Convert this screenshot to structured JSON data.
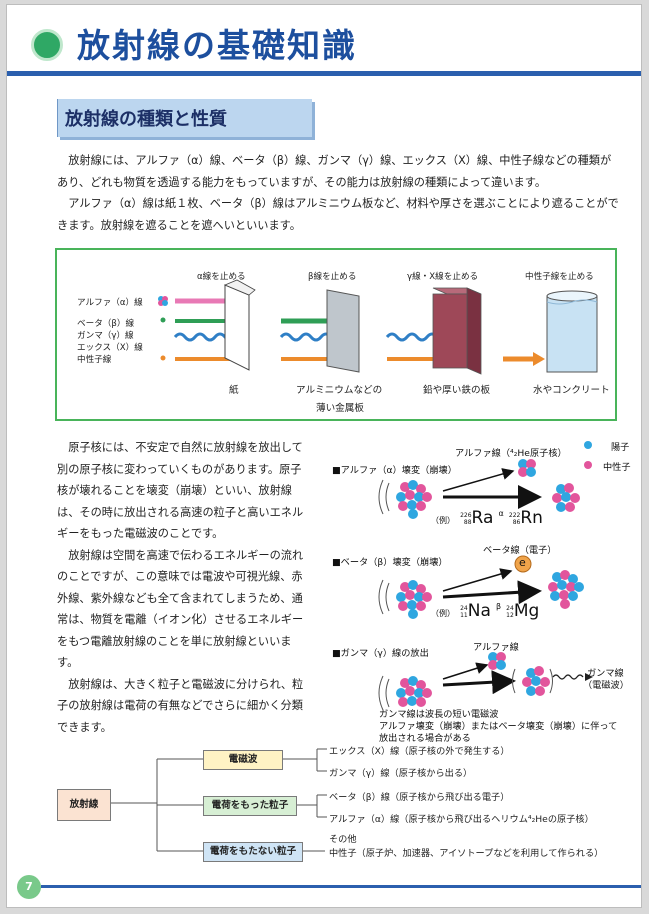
{
  "page": {
    "title": "放射線の基礎知識",
    "subtitle": "放射線の種類と性質",
    "page_number": "7"
  },
  "intro": [
    "放射線には、アルファ（α）線、ベータ（β）線、ガンマ（γ）線、エックス（X）線、中性子線などの種類があり、どれも物質を透過する能力をもっていますが、その能力は放射線の種類によって違います。",
    "アルファ（α）線は紙１枚、ベータ（β）線はアルミニウム板など、材料や厚さを選ぶことにより遮ることができます。放射線を遮ることを遮へいといいます。"
  ],
  "shielding": {
    "rays": [
      "アルファ（α）線",
      "ベータ（β）線",
      "ガンマ（γ）線",
      "エックス（X）線",
      "中性子線"
    ],
    "stops": [
      "α線を止める",
      "β線を止める",
      "γ線・X線を止める",
      "中性子線を止める"
    ],
    "materials": [
      "紙",
      "アルミニウムなどの",
      "薄い金属板",
      "鉛や厚い鉄の板",
      "水やコンクリート"
    ],
    "colors": {
      "alpha": "#e879b5",
      "beta": "#2f9e56",
      "gamma": "#2f7fc6",
      "neutron": "#ec8b2c"
    }
  },
  "body": [
    "原子核には、不安定で自然に放射線を放出して別の原子核に変わっていくものがあります。原子核が壊れることを壊変（崩壊）といい、放射線は、その時に放出される高速の粒子と高いエネルギーをもった電磁波のことです。",
    "放射線は空間を高速で伝わるエネルギーの流れのことですが、この意味では電波や可視光線、赤外線、紫外線なども全て含まれてしまうため、通常は、物質を電離（イオン化）させるエネルギーをもつ電離放射線のことを単に放射線といいます。",
    "放射線は、大きく粒子と電磁波に分けられ、粒子の放射線は電荷の有無などでさらに細かく分類できます。"
  ],
  "decay": {
    "legend": {
      "proton": "陽子",
      "neutron": "中性子"
    },
    "alpha": {
      "heading": "■アルファ（α）壊変（崩壊）",
      "particle_label": "アルファ線（⁴₂He原子核）",
      "example": "（例）",
      "from_mass": "226",
      "from_num": "88",
      "from": "Ra",
      "to_mass": "222",
      "to_num": "86",
      "to": "Rn",
      "symbol": "α"
    },
    "beta": {
      "heading": "■ベータ（β）壊変（崩壊）",
      "particle_label": "ベータ線（電子）",
      "electron": "e",
      "example": "（例）",
      "from_mass": "24",
      "from_num": "11",
      "from": "Na",
      "to_mass": "24",
      "to_num": "12",
      "to": "Mg",
      "symbol": "β"
    },
    "gamma": {
      "heading": "■ガンマ（γ）線の放出",
      "particle_label": "アルファ線",
      "emitted_label": "ガンマ線",
      "emitted_sub": "（電磁波）",
      "notes": [
        "ガンマ線は波長の短い電磁波",
        "アルファ壊変（崩壊）またはベータ壊変（崩壊）に伴って",
        "放出される場合がある"
      ]
    },
    "colors": {
      "proton": "#2fa6e0",
      "neutron": "#e2559c"
    }
  },
  "tree": {
    "root": "放射線",
    "groups": [
      {
        "label": "電磁波",
        "items": [
          "エックス（X）線（原子核の外で発生する）",
          "ガンマ（γ）線（原子核から出る）"
        ]
      },
      {
        "label": "電荷をもった粒子",
        "items": [
          "ベータ（β）線（原子核から飛び出る電子）",
          "アルファ（α）線（原子核から飛び出るヘリウム⁴₂Heの原子核）"
        ]
      },
      {
        "label": "電荷をもたない粒子",
        "items": [
          "その他",
          "中性子（原子炉、加速器、アイソトープなどを利用して作られる）"
        ]
      }
    ],
    "colors": {
      "root": "#fbe3d2",
      "em": "#fff3c4",
      "charged": "#d7efd4",
      "neutral": "#cfe4f5"
    }
  }
}
